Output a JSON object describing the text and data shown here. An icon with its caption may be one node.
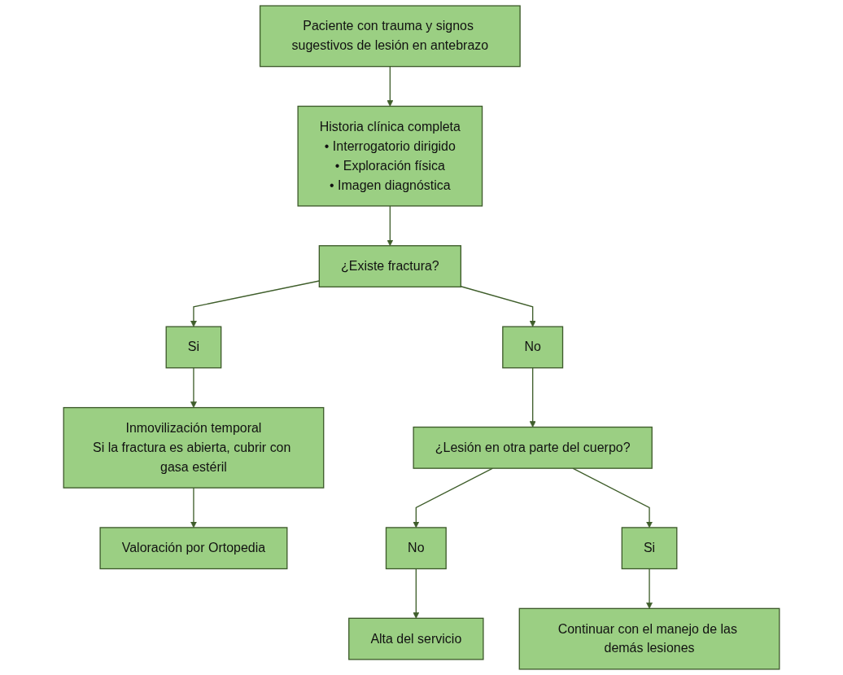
{
  "diagram": {
    "nodes": [
      {
        "text": [
          "Paciente con trauma y signos sugestivos de lesión en antebrazo"
        ]
      },
      {
        "text": [
          "Historia clínica completa",
          "• Interrogatorio dirigido",
          "• Exploración física",
          "• Imagen diagnóstica"
        ]
      },
      {
        "text": [
          "¿Existe fractura?"
        ]
      },
      {
        "text": [
          "Si"
        ]
      },
      {
        "text": [
          "Alta del servicio"
        ]
      },
      {
        "text": [
          "Inmovilización temporal",
          "Si la fractura es abierta, cubrir con gasa estéril"
        ]
      },
      {
        "text": [
          "No"
        ]
      },
      {
        "text": [
          "¿Lesión en otra parte del cuerpo?"
        ]
      },
      {
        "text": [
          "No"
        ]
      },
      {
        "text": [
          "Valoración por Ortopedia"
        ]
      },
      {
        "text": [
          "Si"
        ]
      },
      {
        "text": [
          "Continuar con el manejo de las demás lesiones"
        ]
      }
    ],
    "edges": [
      {
        "from": 0,
        "to": 1,
        "arrow": "to"
      },
      {
        "from": 1,
        "to": 2,
        "arrow": "to"
      },
      {
        "from": 2,
        "to": 3,
        "arrow": "to"
      },
      {
        "from": 2,
        "to": 6,
        "arrow": "to"
      },
      {
        "from": 3,
        "to": 5,
        "arrow": "to"
      },
      {
        "from": 5,
        "to": 9,
        "arrow": "to"
      },
      {
        "from": 6,
        "to": 7,
        "arrow": "to"
      },
      {
        "from": 7,
        "to": 8,
        "arrow": "to"
      },
      {
        "from": 8,
        "to": 4,
        "arrow": "to"
      },
      {
        "from": 7,
        "to": 10,
        "arrow": "to"
      },
      {
        "from": 10,
        "to": 11,
        "arrow": "to"
      }
    ]
  }
}
